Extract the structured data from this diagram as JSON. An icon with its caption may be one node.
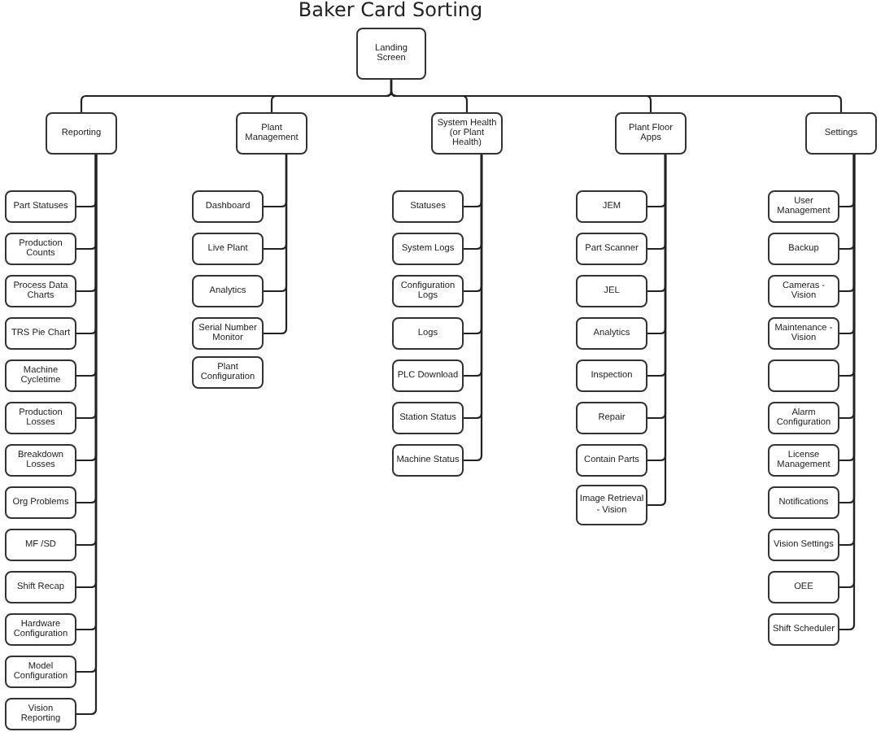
{
  "diagram": {
    "title": "Baker Card Sorting",
    "nodes": [
      {
        "text": [
          "Landing Screen"
        ]
      },
      {
        "text": [
          "Reporting"
        ]
      },
      {
        "text": [
          "Plant Management"
        ]
      },
      {
        "text": [
          "System Health (or Plant Health)"
        ]
      },
      {
        "text": [
          "Plant Floor Apps"
        ]
      },
      {
        "text": [
          "Settings"
        ]
      },
      {
        "text": [
          "Part Statuses"
        ]
      },
      {
        "text": [
          "Production Counts"
        ]
      },
      {
        "text": [
          "Process Data Charts"
        ]
      },
      {
        "text": [
          "TRS Pie Chart"
        ]
      },
      {
        "text": [
          "Machine Cycletime"
        ]
      },
      {
        "text": [
          "Production Losses"
        ]
      },
      {
        "text": [
          "Breakdown Losses"
        ]
      },
      {
        "text": [
          "Org Problems"
        ]
      },
      {
        "text": [
          "MF /SD"
        ]
      },
      {
        "text": [
          "Shift Recap"
        ]
      },
      {
        "text": [
          "Hardware Configuration"
        ]
      },
      {
        "text": [
          "Model Configuration"
        ]
      },
      {
        "text": [
          "Vision Reporting"
        ]
      },
      {
        "text": [
          "Dashboard"
        ]
      },
      {
        "text": [
          "Live Plant"
        ]
      },
      {
        "text": [
          "Analytics"
        ]
      },
      {
        "text": [
          "Serial Number Monitor"
        ]
      },
      {
        "text": [
          "Plant Configuration"
        ]
      },
      {
        "text": [
          "Statuses"
        ]
      },
      {
        "text": [
          "System Logs"
        ]
      },
      {
        "text": [
          "Configuration Logs"
        ]
      },
      {
        "text": [
          "Logs"
        ]
      },
      {
        "text": [
          "PLC Download"
        ]
      },
      {
        "text": [
          "Station Status"
        ]
      },
      {
        "text": [
          "Machine Status"
        ]
      },
      {
        "text": [
          "JEM"
        ]
      },
      {
        "text": [
          "Part Scanner"
        ]
      },
      {
        "text": [
          "JEL"
        ]
      },
      {
        "text": [
          "Analytics"
        ]
      },
      {
        "text": [
          "Inspection"
        ]
      },
      {
        "text": [
          "Repair"
        ]
      },
      {
        "text": [
          "Contain Parts"
        ]
      },
      {
        "text": [
          "Image Retrieval - Vision"
        ]
      },
      {
        "text": [
          "User Management"
        ]
      },
      {
        "text": [
          "Backup"
        ]
      },
      {
        "text": [
          "Cameras - Vision"
        ]
      },
      {
        "text": [
          "Maintenance - Vision"
        ]
      },
      {
        "text": [],
        "shape": "box"
      },
      {
        "text": [
          "Alarm Configuration"
        ]
      },
      {
        "text": [
          "License Management"
        ]
      },
      {
        "text": [
          "Notifications"
        ]
      },
      {
        "text": [
          "Vision Settings"
        ]
      },
      {
        "text": [
          "OEE"
        ]
      },
      {
        "text": [
          "Shift Scheduler"
        ]
      }
    ],
    "edges": [
      {
        "from": 0,
        "to": 1,
        "arrow": "none"
      },
      {
        "from": 0,
        "to": 2,
        "arrow": "none"
      },
      {
        "from": 0,
        "to": 3,
        "arrow": "none"
      },
      {
        "from": 0,
        "to": 4,
        "arrow": "none"
      },
      {
        "from": 0,
        "to": 5,
        "arrow": "none"
      },
      {
        "from": 1,
        "to": 6,
        "arrow": "none"
      },
      {
        "from": 1,
        "to": 7,
        "arrow": "none"
      },
      {
        "from": 1,
        "to": 8,
        "arrow": "none"
      },
      {
        "from": 1,
        "to": 9,
        "arrow": "none"
      },
      {
        "from": 1,
        "to": 10,
        "arrow": "none"
      },
      {
        "from": 1,
        "to": 11,
        "arrow": "none"
      },
      {
        "from": 1,
        "to": 12,
        "arrow": "none"
      },
      {
        "from": 1,
        "to": 13,
        "arrow": "none"
      },
      {
        "from": 1,
        "to": 14,
        "arrow": "none"
      },
      {
        "from": 1,
        "to": 15,
        "arrow": "none"
      },
      {
        "from": 1,
        "to": 16,
        "arrow": "none"
      },
      {
        "from": 1,
        "to": 17,
        "arrow": "none"
      },
      {
        "from": 1,
        "to": 18,
        "arrow": "none"
      },
      {
        "from": 2,
        "to": 19,
        "arrow": "none"
      },
      {
        "from": 2,
        "to": 20,
        "arrow": "none"
      },
      {
        "from": 2,
        "to": 21,
        "arrow": "none"
      },
      {
        "from": 2,
        "to": 22,
        "arrow": "none"
      },
      {
        "from": 3,
        "to": 24,
        "arrow": "none"
      },
      {
        "from": 3,
        "to": 25,
        "arrow": "none"
      },
      {
        "from": 3,
        "to": 26,
        "arrow": "none"
      },
      {
        "from": 3,
        "to": 27,
        "arrow": "none"
      },
      {
        "from": 3,
        "to": 28,
        "arrow": "none"
      },
      {
        "from": 3,
        "to": 29,
        "arrow": "none"
      },
      {
        "from": 3,
        "to": 30,
        "arrow": "none"
      },
      {
        "from": 4,
        "to": 31,
        "arrow": "none"
      },
      {
        "from": 4,
        "to": 32,
        "arrow": "none"
      },
      {
        "from": 4,
        "to": 33,
        "arrow": "none"
      },
      {
        "from": 4,
        "to": 34,
        "arrow": "none"
      },
      {
        "from": 4,
        "to": 35,
        "arrow": "none"
      },
      {
        "from": 4,
        "to": 36,
        "arrow": "none"
      },
      {
        "from": 4,
        "to": 37,
        "arrow": "none"
      },
      {
        "from": 4,
        "to": 38,
        "arrow": "none"
      },
      {
        "from": 5,
        "to": 39,
        "arrow": "none"
      },
      {
        "from": 5,
        "to": 40,
        "arrow": "none"
      },
      {
        "from": 5,
        "to": 41,
        "arrow": "none"
      },
      {
        "from": 5,
        "to": 42,
        "arrow": "none"
      },
      {
        "from": 5,
        "to": 43,
        "arrow": "none"
      },
      {
        "from": 5,
        "to": 44,
        "arrow": "none"
      },
      {
        "from": 5,
        "to": 45,
        "arrow": "none"
      },
      {
        "from": 5,
        "to": 46,
        "arrow": "none"
      },
      {
        "from": 5,
        "to": 47,
        "arrow": "none"
      },
      {
        "from": 5,
        "to": 48,
        "arrow": "none"
      },
      {
        "from": 5,
        "to": 49,
        "arrow": "none"
      }
    ]
  }
}
